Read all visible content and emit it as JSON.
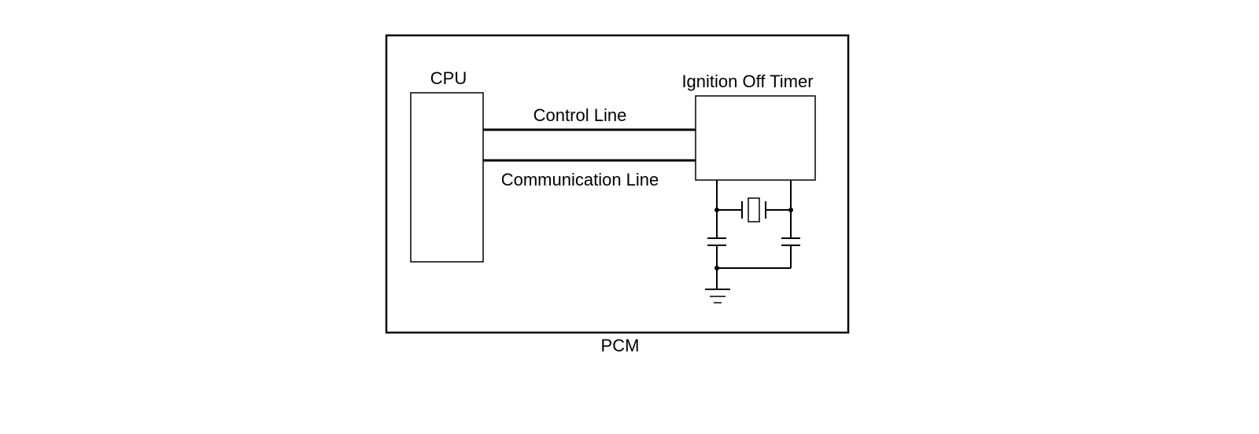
{
  "diagram": {
    "cpu_label": "CPU",
    "timer_label": "Ignition Off Timer",
    "control_line_label": "Control Line",
    "communication_line_label": "Communication Line",
    "pcm_label": "PCM"
  },
  "colors": {
    "stroke": "#000000",
    "background": "#ffffff"
  }
}
